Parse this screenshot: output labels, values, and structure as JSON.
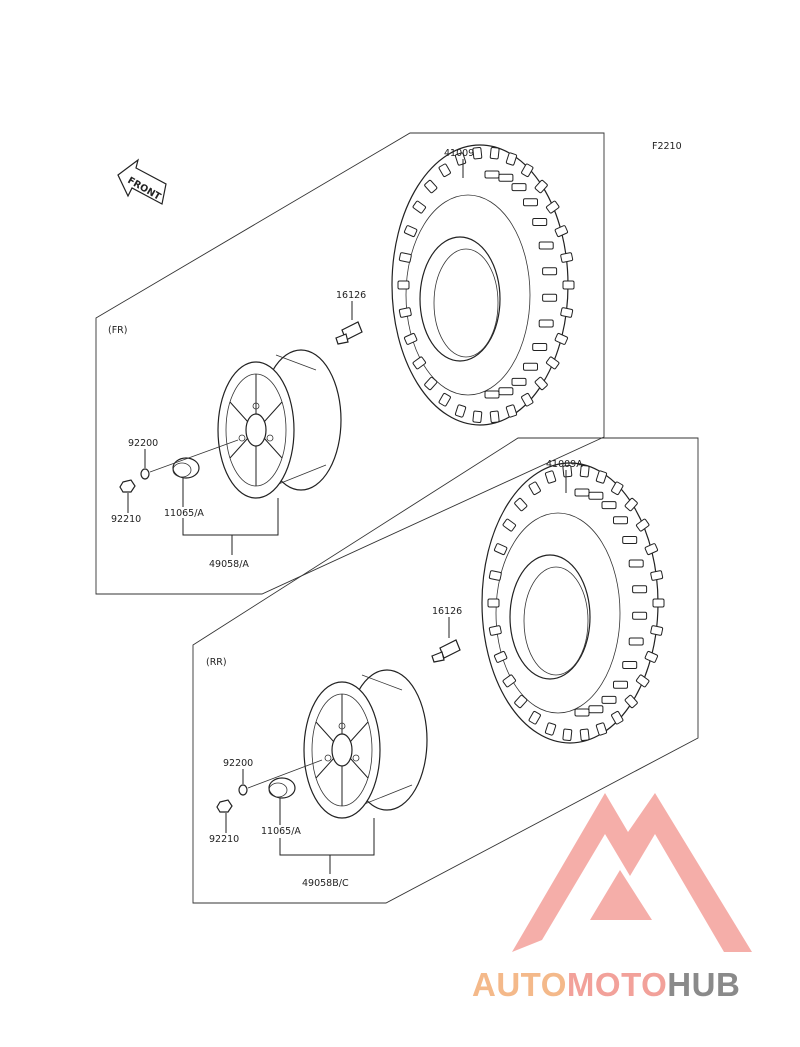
{
  "figure_code": "F2210",
  "front_arrow_label": "FRONT",
  "front_section": {
    "label": "(FR)",
    "tire": "41009",
    "valve": "16126",
    "washer": "92200",
    "nut": "92210",
    "hub_cap": "11065/A",
    "wheel": "49058/A"
  },
  "rear_section": {
    "label": "(RR)",
    "tire": "41009A",
    "valve": "16126",
    "washer": "92200",
    "nut": "92210",
    "hub_cap": "11065/A",
    "wheel": "49058B/C"
  },
  "watermark": {
    "part1": "AUTO",
    "part2": "MOTO",
    "part3": "HUB",
    "color1": "#f4b98a",
    "color2": "#f2a19a",
    "color3": "#8a8a8a",
    "logo_color": "#f3a09a"
  }
}
